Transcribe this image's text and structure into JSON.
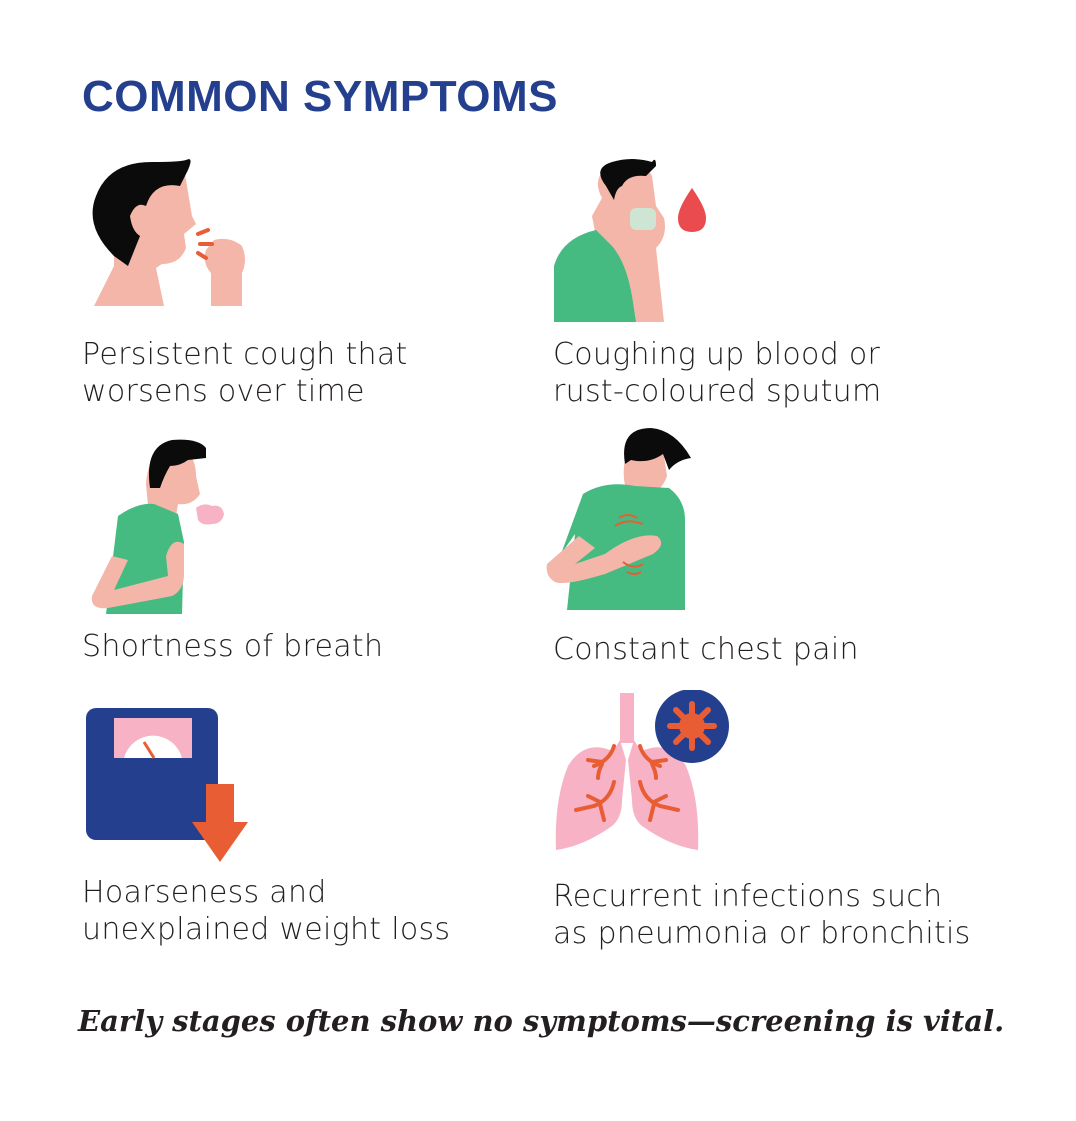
{
  "title": "COMMON SYMPTOMS",
  "symptoms": [
    {
      "label_line1": "Persistent cough that",
      "label_line2": "worsens over time",
      "icon": "coughing-person-icon"
    },
    {
      "label_line1": "Coughing up blood or",
      "label_line2": "rust-coloured sputum",
      "icon": "blood-drop-person-icon"
    },
    {
      "label_line1": "Shortness of breath",
      "icon": "breathless-person-icon"
    },
    {
      "label_line1": "Constant chest pain",
      "icon": "chest-pain-person-icon"
    },
    {
      "label_line1": "Hoarseness and",
      "label_line2": "unexplained weight loss",
      "icon": "weight-scale-down-icon"
    },
    {
      "label_line1": "Recurrent infections such",
      "label_line2": "as pneumonia or bronchitis",
      "icon": "infected-lungs-icon"
    }
  ],
  "footer": "Early stages often show no symptoms—screening is vital.",
  "colors": {
    "title": "#253f8f",
    "skin": "#f4b6a8",
    "shirt": "#45bb82",
    "accent": "#e85d34",
    "pink": "#f7b2c6",
    "navy": "#253f8f",
    "blood": "#ea4b4f"
  }
}
